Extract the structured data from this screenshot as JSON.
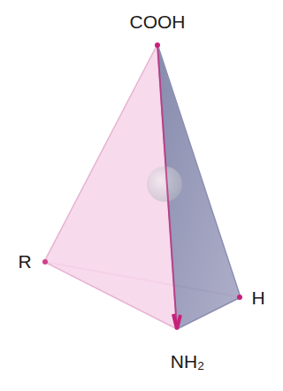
{
  "diagram": {
    "labels": [
      "COOH",
      "R",
      "H",
      "NH₂"
    ]
  }
}
